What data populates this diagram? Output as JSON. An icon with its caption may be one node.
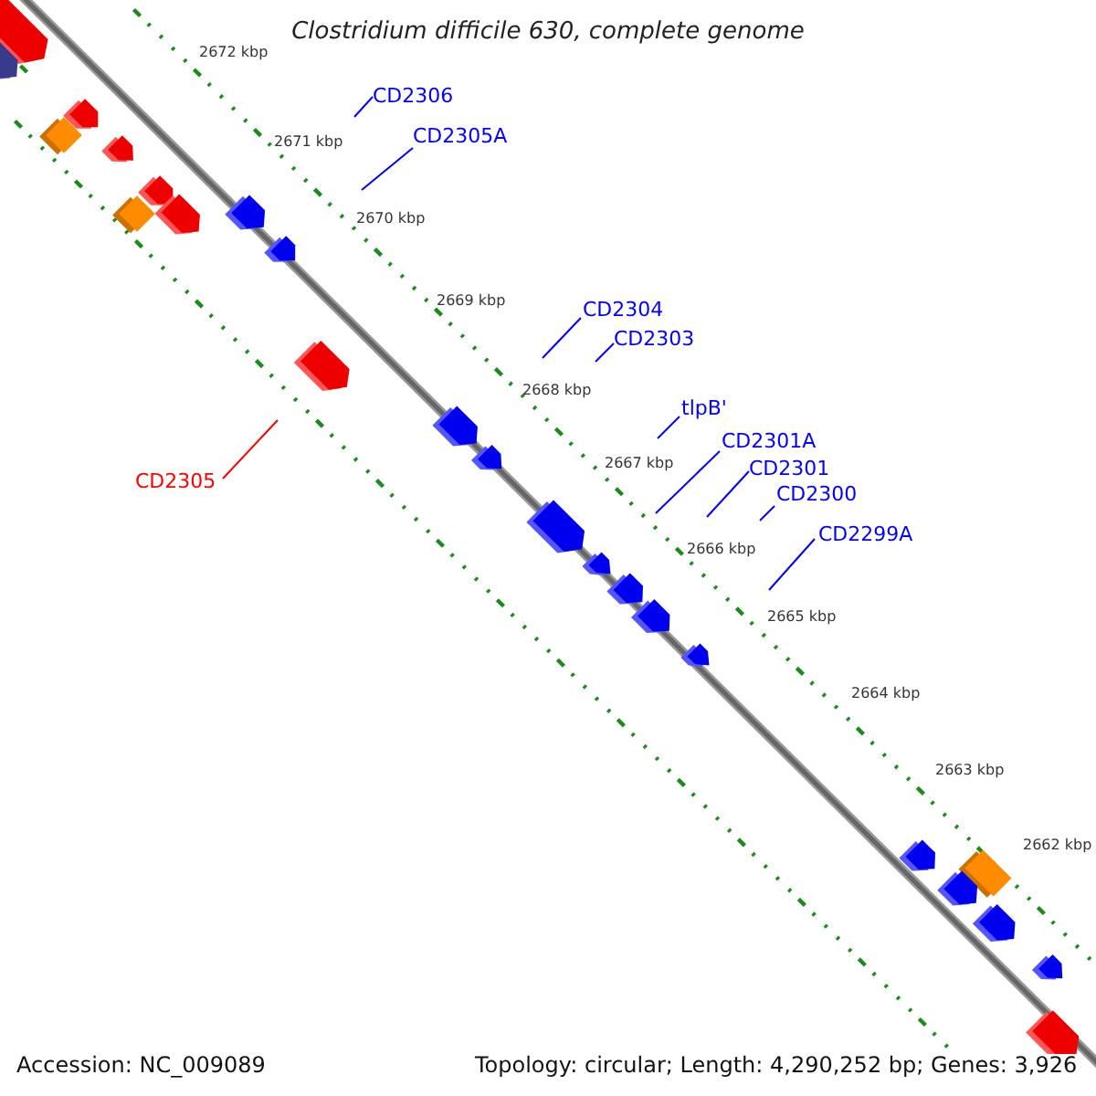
{
  "diagram": {
    "title": "Clostridium difficile 630, complete genome",
    "nodes": [
      {
        "text": [
          "CD2306"
        ]
      },
      {
        "text": [
          "CD2305A"
        ]
      },
      {
        "text": [
          "CD2304"
        ]
      },
      {
        "text": [
          "CD2303"
        ]
      },
      {
        "text": [
          "tlpB'"
        ]
      },
      {
        "text": [
          "CD2301A"
        ]
      },
      {
        "text": [
          "CD2301"
        ]
      },
      {
        "text": [
          "CD2300"
        ]
      },
      {
        "text": [
          "CD2299A"
        ]
      },
      {
        "text": [
          "CD2305"
        ]
      }
    ],
    "edges": [
      {
        "from": 0,
        "to": null,
        "arrow": "none"
      },
      {
        "from": 1,
        "to": null,
        "arrow": "none"
      },
      {
        "from": 2,
        "to": null,
        "arrow": "none"
      },
      {
        "from": 3,
        "to": null,
        "arrow": "none"
      },
      {
        "from": 4,
        "to": null,
        "arrow": "none"
      },
      {
        "from": 5,
        "to": null,
        "arrow": "none"
      },
      {
        "from": 6,
        "to": null,
        "arrow": "none"
      },
      {
        "from": 7,
        "to": null,
        "arrow": "none"
      },
      {
        "from": 8,
        "to": null,
        "arrow": "none"
      },
      {
        "from": 9,
        "to": null,
        "arrow": "none",
        "color": "#ff0000"
      }
    ],
    "labels": [
      "2672 kbp",
      "2671 kbp",
      "2670 kbp",
      "2669 kbp",
      "2668 kbp",
      "2667 kbp",
      "2666 kbp",
      "2665 kbp",
      "2664 kbp",
      "2663 kbp",
      "2662 kbp",
      "Accession: NC_009089",
      "Topology: circular; Length: 4,290,252 bp; Genes: 3,926"
    ]
  }
}
